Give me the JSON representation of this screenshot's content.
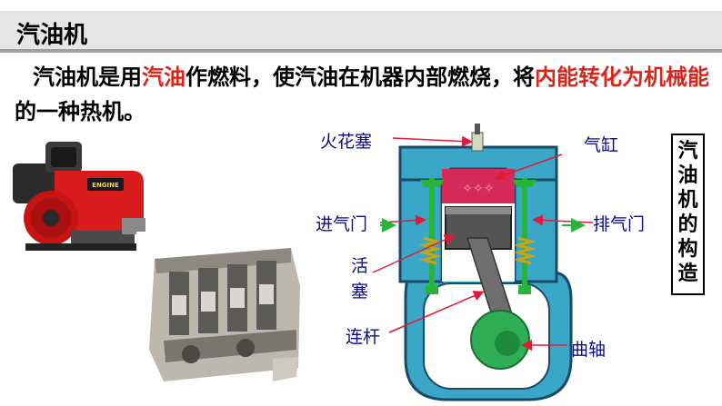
{
  "header": {
    "title": "汽油机"
  },
  "intro": {
    "p1": "汽油机是用",
    "h1": "汽油",
    "p2": "作燃料，使汽油在机器内部燃烧，将",
    "h2": "内能转化为机械能",
    "p3": "的一种热机。"
  },
  "diagram": {
    "labels": {
      "spark_plug": "火花塞",
      "cylinder": "气缸",
      "intake_valve": "进气门",
      "exhaust_valve": "排气门",
      "piston_1": "活",
      "piston_2": "塞",
      "connecting_rod": "连杆",
      "crankshaft": "曲轴"
    }
  },
  "side_label": "汽油机的构造",
  "colors": {
    "highlight": "#d9261c",
    "label": "#0a0a8c",
    "cylinder": "#3aa7c8",
    "combustion": "#d62a5a",
    "piston": "#555555",
    "valve": "#27b43a",
    "crank": "#2fae56",
    "crankcase": "#3aa7c8",
    "arrow": "#e11a3a"
  },
  "images": [
    "small-gasoline-engine-photo",
    "engine-block-cutaway-photo"
  ]
}
